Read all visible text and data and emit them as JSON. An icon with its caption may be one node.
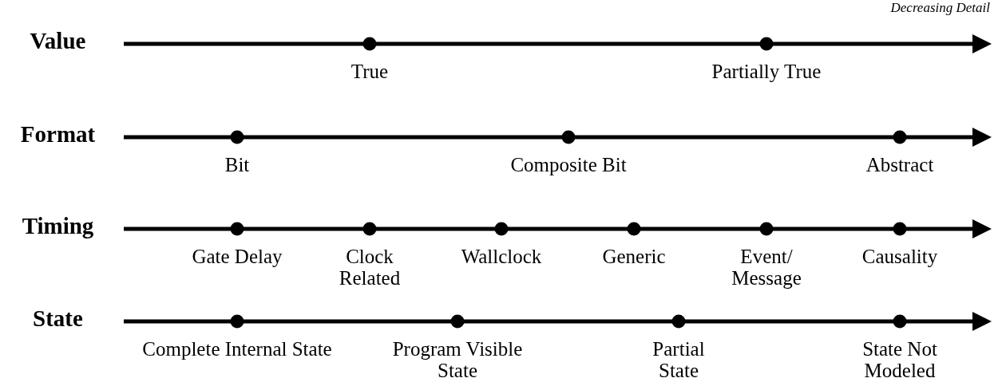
{
  "diagram": {
    "nodes": [
      {
        "text": [
          "True"
        ]
      },
      {
        "text": [
          "Partially True"
        ]
      },
      {
        "text": [
          "Bit"
        ]
      },
      {
        "text": [
          "Composite Bit"
        ]
      },
      {
        "text": [
          "Abstract"
        ]
      },
      {
        "text": [
          "Gate Delay"
        ]
      },
      {
        "text": [
          "Clock Related"
        ]
      },
      {
        "text": [
          "Wallclock"
        ]
      },
      {
        "text": [
          "Generic"
        ]
      },
      {
        "text": [
          "Event/ Message"
        ]
      },
      {
        "text": [
          "Causality"
        ]
      },
      {
        "text": [
          "Complete Internal State"
        ]
      },
      {
        "text": [
          "Program Visible State"
        ]
      },
      {
        "text": [
          "Partial State"
        ]
      },
      {
        "text": [
          "State Not Modeled"
        ]
      }
    ],
    "edges": [],
    "labels": [
      "Decreasing Detail",
      "Value",
      "Format",
      "Timing",
      "State"
    ]
  }
}
